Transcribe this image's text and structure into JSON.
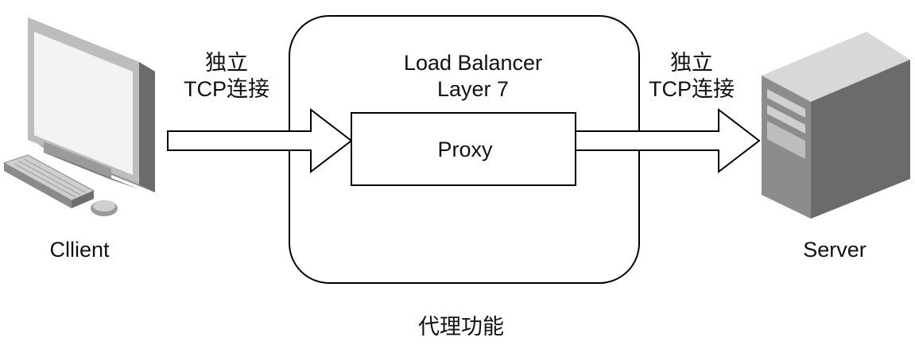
{
  "diagram": {
    "left_connection": {
      "line1": "独立",
      "line2": "TCP连接"
    },
    "right_connection": {
      "line1": "独立",
      "line2": "TCP连接"
    },
    "load_balancer": {
      "line1": "Load Balancer",
      "line2": "Layer 7"
    },
    "proxy": {
      "label": "Proxy"
    },
    "client": {
      "label": "Cllient",
      "icon": "desktop-computer-icon"
    },
    "server": {
      "label": "Server",
      "icon": "server-tower-icon"
    },
    "caption": "代理功能"
  },
  "colors": {
    "stroke": "#000000",
    "device_gray_dark": "#6b6b6b",
    "device_gray_mid": "#9a9a9a",
    "device_gray_light": "#d9d9d9",
    "screen": "#f2f2f2"
  }
}
